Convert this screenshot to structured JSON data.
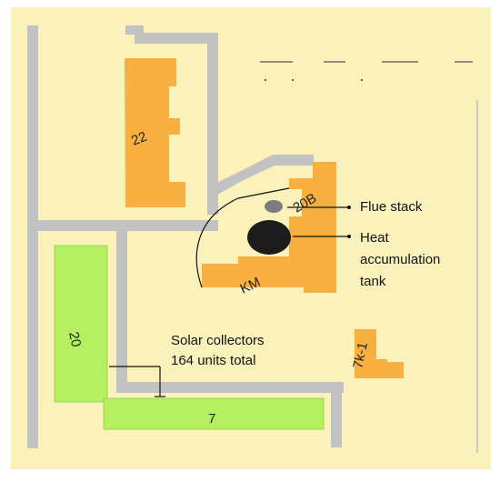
{
  "map": {
    "background_color": "#fbf2bb",
    "road_color": "#c2c2c2",
    "building_color": "#f8b040",
    "solar_color": "#b6f062",
    "buildings": [
      {
        "id": "22",
        "label": "22"
      },
      {
        "id": "20B",
        "label": "20B"
      },
      {
        "id": "KM",
        "label": "KM"
      },
      {
        "id": "7k-1",
        "label": "7k-1"
      },
      {
        "id": "20",
        "label": "20"
      },
      {
        "id": "7",
        "label": "7"
      }
    ],
    "annotations": {
      "flue_stack": "Flue stack",
      "heat_tank_line1": "Heat",
      "heat_tank_line2": "accumulation",
      "heat_tank_line3": "tank",
      "solar_line1": "Solar collectors",
      "solar_line2": "164 units total"
    }
  }
}
